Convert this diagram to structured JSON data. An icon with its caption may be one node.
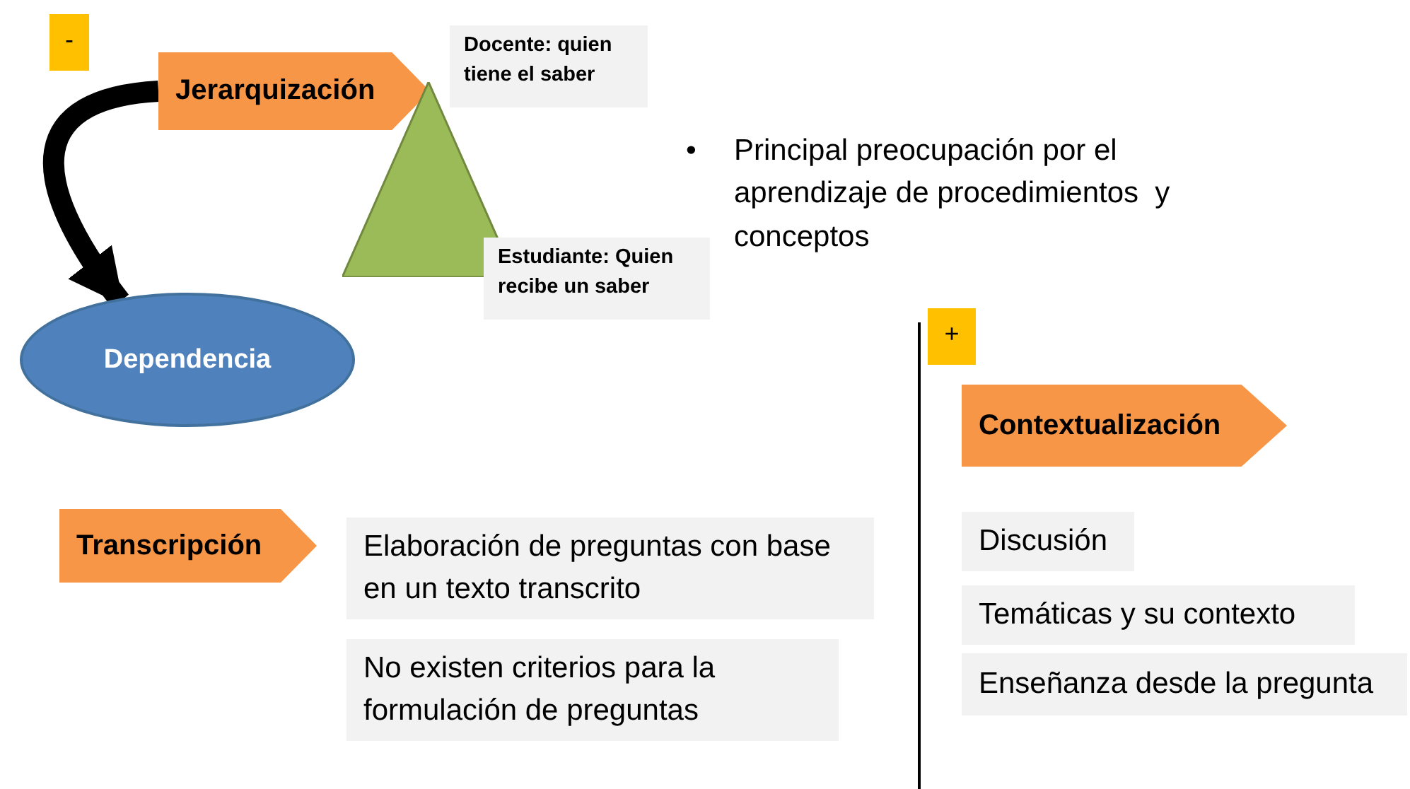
{
  "diagram": {
    "nodes": [
      {
        "text": [
          "-"
        ]
      },
      {
        "text": [
          "Jerarquización"
        ]
      },
      {
        "text": [
          "Docente: quien tiene el saber"
        ]
      },
      {
        "text": [],
        "shape": "triangle"
      },
      {
        "text": [
          "Estudiante: Quien recibe un saber"
        ]
      },
      {
        "text": [
          "Dependencia"
        ]
      },
      {
        "text": [
          "+"
        ]
      },
      {
        "text": [
          "Contextualización"
        ]
      },
      {
        "text": [
          "Transcripción"
        ]
      },
      {
        "text": [
          "Elaboración de preguntas con base en un texto transcrito"
        ]
      },
      {
        "text": [
          "No existen criterios para la formulación de preguntas"
        ]
      },
      {
        "text": [
          "Discusión"
        ]
      },
      {
        "text": [
          "Temáticas y su contexto"
        ]
      },
      {
        "text": [
          "Enseñanza desde la pregunta"
        ]
      }
    ],
    "edges": [
      {
        "from": 1,
        "to": 5,
        "arrow": "to"
      }
    ],
    "labels": [
      "•\tPrincipal preocupación por el aprendizaje de procedimientos  y conceptos"
    ]
  }
}
